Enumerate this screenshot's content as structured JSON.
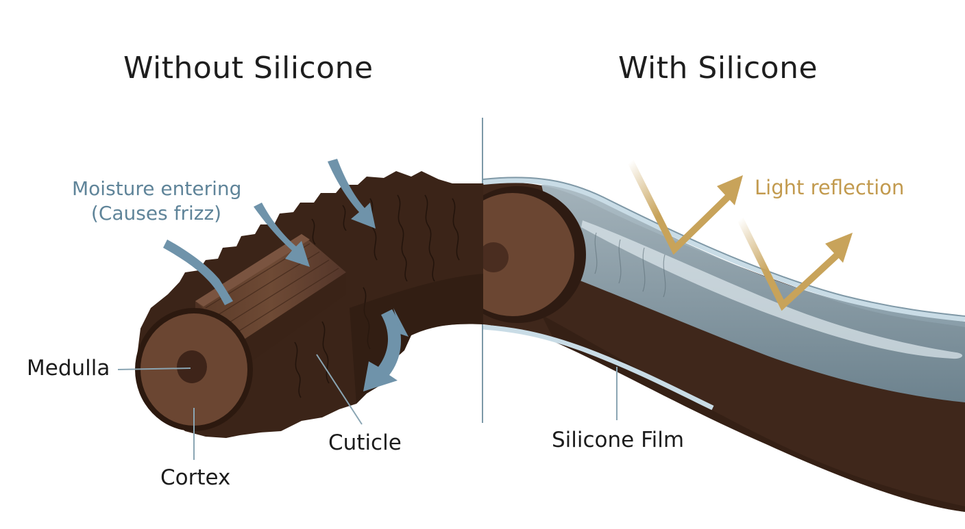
{
  "titles": {
    "left": "Without Silicone",
    "right": "With Silicone"
  },
  "annotations": {
    "moisture_line1": "Moisture entering",
    "moisture_line2": "(Causes frizz)",
    "light": "Light reflection"
  },
  "labels": {
    "medulla": "Medulla",
    "cortex": "Cortex",
    "cuticle": "Cuticle",
    "silicone_film": "Silicone Film"
  },
  "colors": {
    "hair_dark": "#3b2418",
    "hair_mid": "#5a3826",
    "cortex_fill": "#6b4632",
    "silicone_blue": "#7f96a2",
    "moisture_arrow": "#6f93aa",
    "light_arrow": "#c8a35a",
    "leader_line": "#8aa5b3"
  }
}
